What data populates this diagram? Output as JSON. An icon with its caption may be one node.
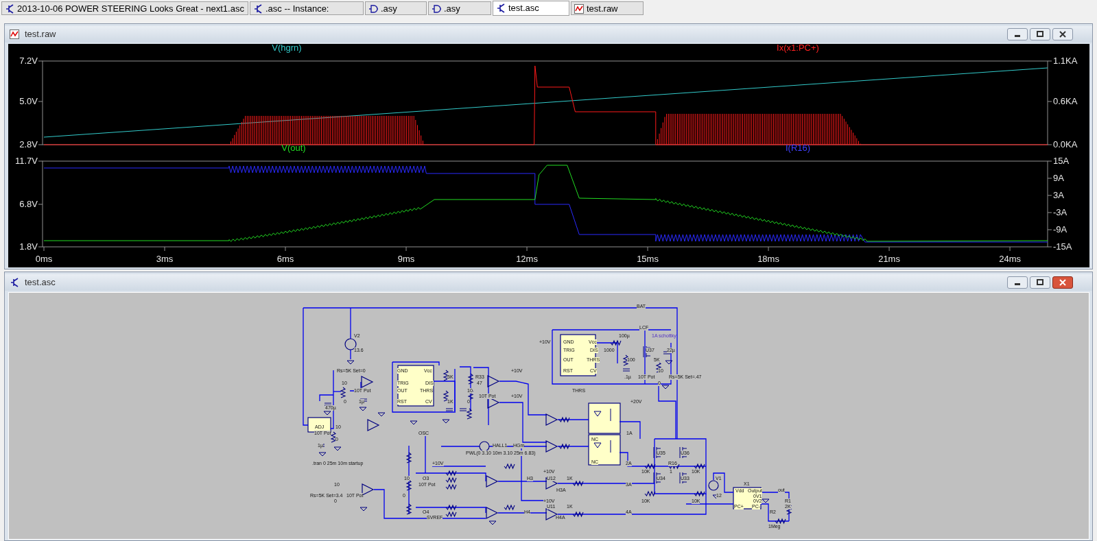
{
  "diagram": {
    "labels": [
      "2013-10-06 POWER STEERING Looks Great - next1.asc",
      ".asc -- Instance:",
      ".asy",
      ".asy",
      "test.asc",
      "test.raw",
      "test.raw",
      "V(hgrn)",
      "Ix(x1:PC+)",
      "7.2V",
      "1.1KA",
      "5.0V",
      "0.6KA",
      "2.8V",
      "0.0KA",
      "V(out)",
      "I(R16)",
      "11.7V",
      "15A",
      "9A",
      "3A",
      "6.8V",
      "-3A",
      "-9A",
      "1.8V",
      "-15A",
      "0ms",
      "3ms",
      "6ms",
      "9ms",
      "12ms",
      "15ms",
      "18ms",
      "21ms",
      "24ms",
      "test.asc",
      "BAT",
      "LCF",
      "V2",
      "100µ",
      "1A schottky",
      "+10V",
      "GND",
      "Vcc",
      "13.6",
      "TRIG",
      "DIS",
      "1000",
      "U37",
      "22µ",
      "OUT",
      "THRS",
      "100",
      "5K",
      "Rs=5K Set=0",
      "GND",
      "Vcc",
      "+10V",
      "RST",
      "CV",
      "10",
      "5K",
      "R33",
      ".1µ",
      "10T Pot",
      "Rs=5K Set=.47",
      "10",
      "TRIG",
      "DIS",
      "47",
      "0",
      "10T Pot",
      "OUT",
      "THRS",
      "10",
      "THRS",
      "10T Pot",
      "+10V",
      "0",
      "1µ",
      "RST",
      "CV",
      "1K",
      "0",
      "+20V",
      "470µ",
      "ADJ",
      "10",
      "10T Pot",
      "OSC",
      "1A",
      "0",
      "NC",
      "1µ",
      "HALL1",
      "HGm",
      "PWL(0 3.10 10m 3.10 25m 6.83)",
      "U35",
      "U36",
      ".tran 0 25m 10m startup",
      "+10V",
      "NC",
      "2A",
      "R16",
      "+10V",
      "10K",
      "1",
      "10K",
      "10",
      "O3",
      "H3",
      "U12",
      "1K",
      "U34",
      "U33",
      "V1",
      "10",
      "10T Pot",
      "3A",
      "X1",
      "H3A",
      "Vdd",
      "Output",
      "out",
      "Rs=5K Set=3.4",
      "10T Pot",
      "0",
      "12",
      "0V1",
      "0",
      "+10V",
      "10K",
      "10K",
      "0V2",
      "R1",
      "U11",
      "1K",
      "PC+",
      "PC-",
      "2K",
      "O4",
      "H4",
      "4A",
      "R2",
      "SVREF",
      "H4A",
      "1Meg"
    ]
  }
}
